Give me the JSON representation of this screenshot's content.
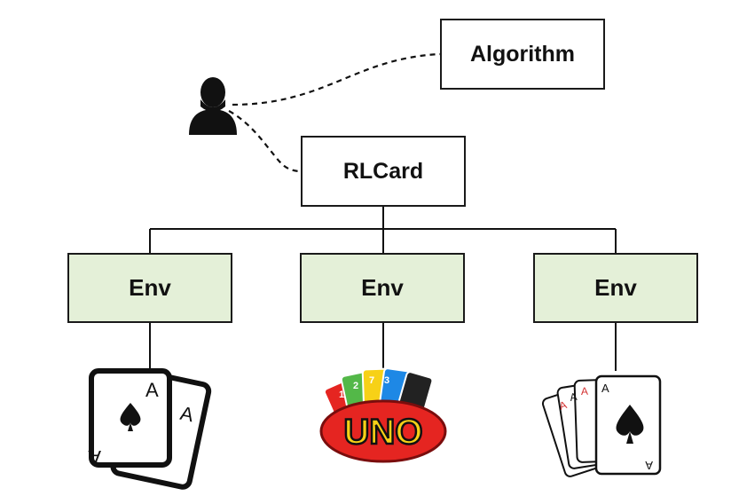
{
  "nodes": {
    "algorithm": "Algorithm",
    "rlcard": "RLCard",
    "envs": [
      "Env",
      "Env",
      "Env"
    ]
  },
  "icons": {
    "user": "user-silhouette-icon",
    "game1": "two-aces-cards-icon",
    "game2": "uno-cards-icon",
    "game3": "four-aces-fan-icon"
  },
  "cards": {
    "ace_rank": "A",
    "uno_logo": "UNO",
    "uno_card_numbers": [
      "1",
      "2",
      "7",
      "3"
    ]
  },
  "colors": {
    "env_fill": "#e4f0d8",
    "border": "#1a1a1a",
    "uno_red": "#e52521",
    "uno_yellow": "#f7d117"
  }
}
